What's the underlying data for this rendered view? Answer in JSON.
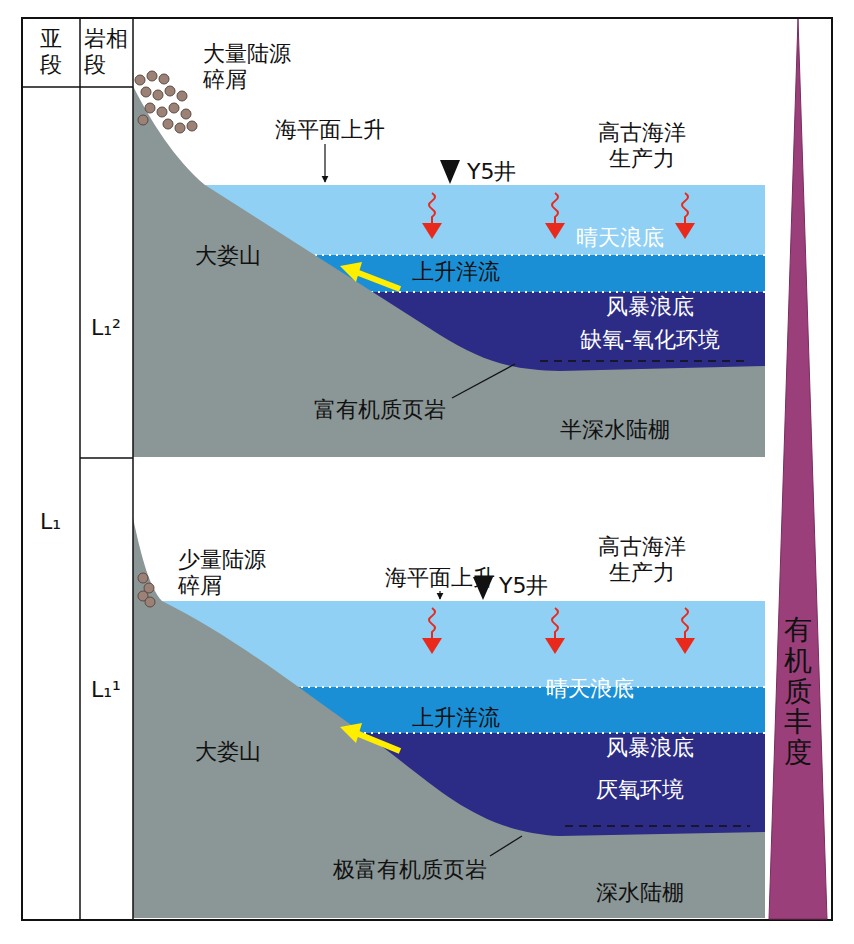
{
  "diagram": {
    "nodes": [
      {
        "text": [
          "有机质丰度"
        ]
      }
    ],
    "labels": [
      "亚段",
      "岩相段",
      "L₁",
      "L₁²",
      "L₁¹",
      "大量陆源碎屑",
      "海平面上升",
      "Y5井",
      "高古海洋生产力",
      "大娄山",
      "上升洋流",
      "晴天浪底",
      "风暴浪底",
      "缺氧-氧化环境",
      "富有机质页岩",
      "半深水陆棚",
      "少量陆源碎屑",
      "海平面上升",
      "Y5井",
      "高古海洋生产力",
      "晴天浪底",
      "上升洋流",
      "大娄山",
      "风暴浪底",
      "厌氧环境",
      "极富有机质页岩",
      "深水陆棚"
    ]
  }
}
